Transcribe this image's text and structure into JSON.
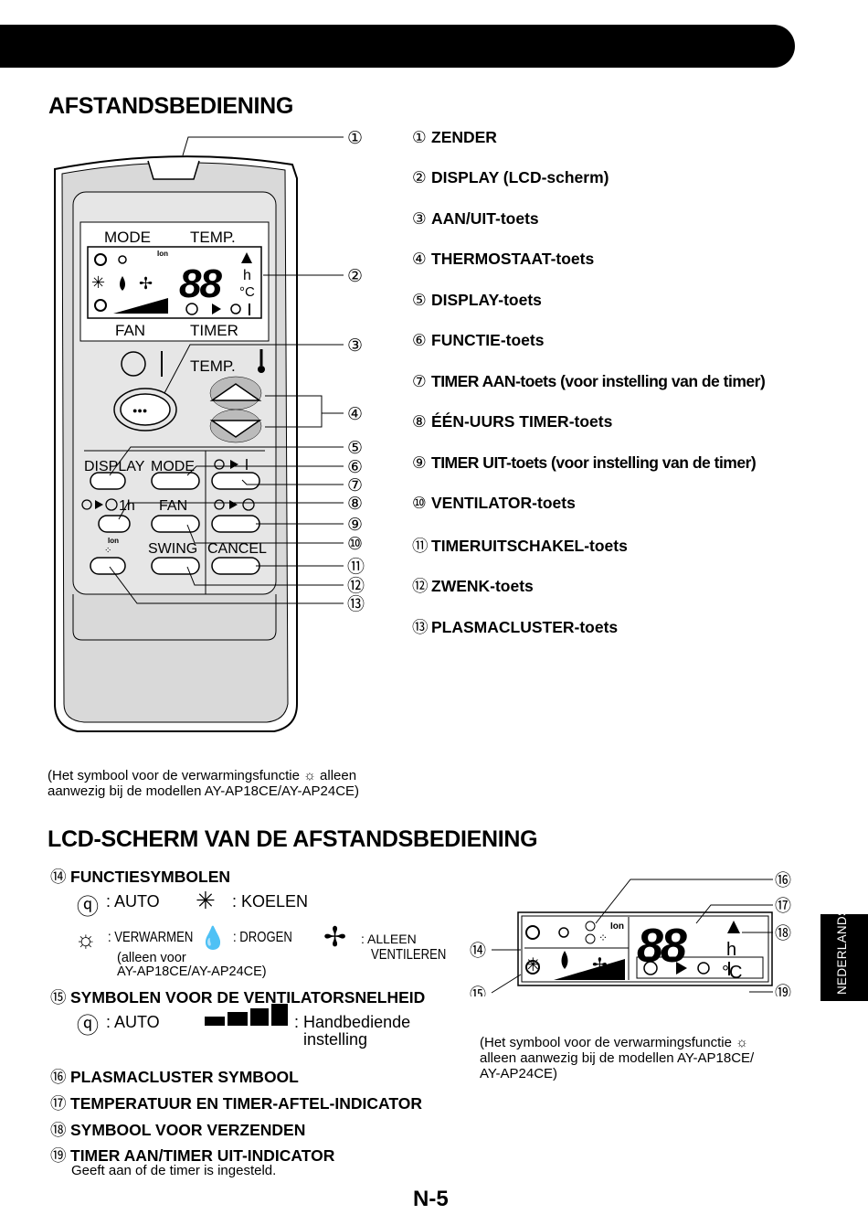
{
  "section1": {
    "title": "AFSTANDSBEDIENING",
    "legend": [
      {
        "num": "①",
        "label": "ZENDER"
      },
      {
        "num": "②",
        "label": "DISPLAY (LCD-scherm)"
      },
      {
        "num": "③",
        "label": "AAN/UIT-toets"
      },
      {
        "num": "④",
        "label": "THERMOSTAAT-toets"
      },
      {
        "num": "⑤",
        "label": "DISPLAY-toets"
      },
      {
        "num": "⑥",
        "label": "FUNCTIE-toets"
      },
      {
        "num": "⑦",
        "label": "TIMER AAN-toets (voor instelling van de timer)"
      },
      {
        "num": "⑧",
        "label": "ÉÉN-UURS TIMER-toets"
      },
      {
        "num": "⑨",
        "label": "TIMER UIT-toets (voor instelling van de timer)"
      },
      {
        "num": "⑩",
        "label": "VENTILATOR-toets"
      },
      {
        "num": "⑪",
        "label": "TIMERUITSCHAKEL-toets"
      },
      {
        "num": "⑫",
        "label": "ZWENK-toets"
      },
      {
        "num": "⑬",
        "label": "PLASMACLUSTER-toets"
      }
    ],
    "note_line1": "(Het symbool voor de verwarmingsfunctie",
    "note_line1_end": "alleen",
    "note_line2": "aanwezig bij de modellen AY-AP18CE/AY-AP24CE)"
  },
  "remote": {
    "mode": "MODE",
    "temp": "TEMP.",
    "fan": "FAN",
    "timer": "TIMER",
    "temp_btn": "TEMP.",
    "display": "DISPLAY",
    "mode_btn": "MODE",
    "one_h": "1h",
    "fan_btn": "FAN",
    "swing": "SWING",
    "cancel": "CANCEL",
    "ion": "Ion",
    "digits": "88",
    "h": "h",
    "celsius": "°C",
    "power_dots": "●●●"
  },
  "callouts": [
    "①",
    "②",
    "③",
    "④",
    "⑤",
    "⑥",
    "⑦",
    "⑧",
    "⑨",
    "⑩",
    "⑪",
    "⑫",
    "⑬"
  ],
  "section2": {
    "title": "LCD-SCHERM VAN DE AFSTANDSBEDIENING",
    "s14": {
      "num": "⑭",
      "label": "FUNCTIESYMBOLEN"
    },
    "auto": ": AUTO",
    "koelen": ": KOELEN",
    "verwarmen": ": VERWARMEN",
    "alleen_voor": "(alleen voor",
    "models": "AY-AP18CE/AY-AP24CE)",
    "drogen": ": DROGEN",
    "alleen": ": ALLEEN",
    "ventileren": "VENTILEREN",
    "s15": {
      "num": "⑮",
      "label": "SYMBOLEN VOOR DE VENTILATORSNELHEID"
    },
    "fan_auto": ": AUTO",
    "hand1": ": Handbediende",
    "hand2": "instelling",
    "s16": {
      "num": "⑯",
      "label": "PLASMACLUSTER SYMBOOL"
    },
    "s17": {
      "num": "⑰",
      "label": "TEMPERATUUR EN TIMER-AFTEL-INDICATOR"
    },
    "s18": {
      "num": "⑱",
      "label": "SYMBOOL VOOR VERZENDEN"
    },
    "s19": {
      "num": "⑲",
      "label": "TIMER AAN/TIMER UIT-INDICATOR"
    },
    "s19_desc": "Geeft aan of de timer is ingesteld.",
    "lcd_callouts": [
      "⑭",
      "⑮",
      "⑯",
      "⑰",
      "⑱",
      "⑲"
    ],
    "note_line1": "(Het symbool voor de verwarmingsfunctie",
    "note_line2": "alleen aanwezig bij de modellen AY-AP18CE/",
    "note_line3": "AY-AP24CE)"
  },
  "side_tab": "NEDERLANDS",
  "page_number": "N-5"
}
